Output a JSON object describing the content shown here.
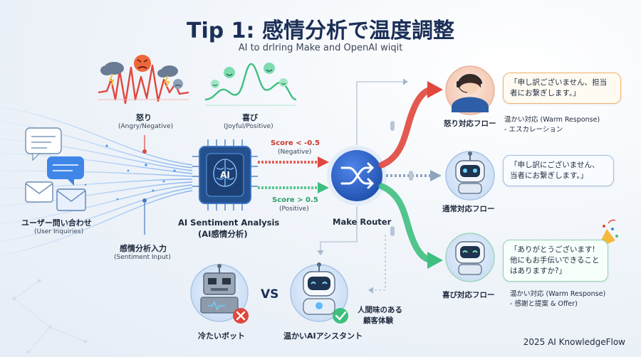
{
  "header": {
    "title": "Tip 1: 感情分析で温度調整",
    "subtitle": "AI to drlring Make and OpenAI wiqit"
  },
  "emotions": {
    "angry": {
      "label": "怒り",
      "sub": "(Angry/Negative)"
    },
    "joyful": {
      "label": "喜び",
      "sub": "(Joyful/Positive)"
    }
  },
  "input": {
    "users_label": "ユーザー問い合わせ",
    "users_sub": "(User Inquiries)",
    "sentiment_label": "感情分析入力",
    "sentiment_sub": "(Sentiment Input)"
  },
  "chip": {
    "label": "AI",
    "name": "AI Sentiment Analysis",
    "name_jp": "(AI感情分析)"
  },
  "thresholds": {
    "negative": {
      "score": "Score < -0.5",
      "label": "(Negative)"
    },
    "positive": {
      "score": "Score > 0.5",
      "label": "(Positive)"
    }
  },
  "router": {
    "label": "Make Router"
  },
  "flows": {
    "angry": {
      "label": "怒り対応フロー",
      "bubble": [
        "「申し訳ございません、担当",
        "者にお繋ぎします。」"
      ],
      "response": "温かい対応 (Warm Response)",
      "action": "- エスカレーション"
    },
    "normal": {
      "label": "通常対応フロー",
      "bubble": [
        "「申し訳にございません、",
        "当者にお繋ぎします。」"
      ]
    },
    "joy": {
      "label": "喜び対応フロー",
      "bubble": [
        "「ありがとうございます!",
        "他にもお手伝いできること",
        "はありますか?」"
      ],
      "response": "温かい対応 (Warm Response)",
      "action": "- 感謝と提案 & Offer)"
    }
  },
  "compare": {
    "cold_label": "冷たいボット",
    "vs": "VS",
    "warm_label": "温かいAIアシスタント",
    "human_lines": [
      "人間味のある",
      "顧客体験"
    ]
  },
  "footer": "2025 AI KnowledgeFlow",
  "colors": {
    "negative": "#e0473d",
    "positive": "#3fbf7f",
    "neutral": "#8da3bd",
    "router": "#2f63c9",
    "chip": "#25528f",
    "title": "#1b2f57"
  }
}
